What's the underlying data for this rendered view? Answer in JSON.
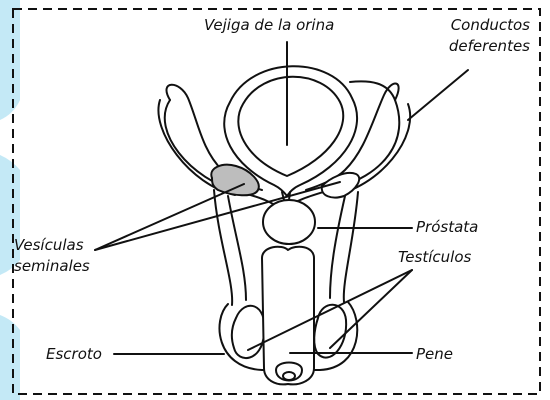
{
  "diagram": {
    "labels": {
      "bladder": "Vejiga de la orina",
      "vas_deferens_line1": "Conductos",
      "vas_deferens_line2": "deferentes",
      "prostate": "Próstata",
      "seminal_vesicles_line1": "Vesículas",
      "seminal_vesicles_line2": "seminales",
      "testicles": "Testículos",
      "scrotum": "Escroto",
      "penis": "Pene"
    },
    "colors": {
      "accent_blue": "#c4e9f6",
      "frame_dash": "#111111",
      "ink": "#111111",
      "vesicle_fill": "#bdbdbd"
    }
  }
}
